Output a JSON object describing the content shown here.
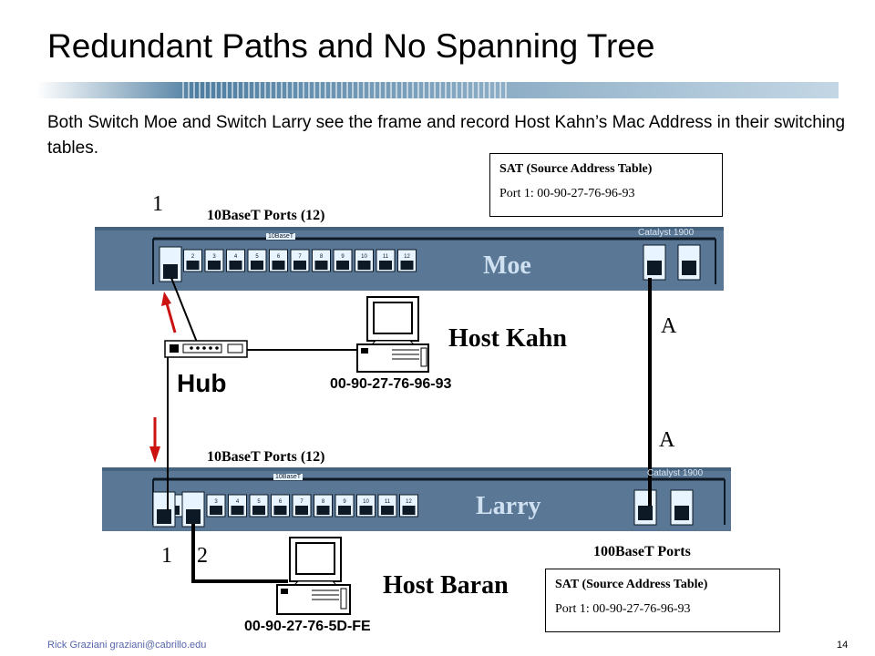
{
  "slide": {
    "title": "Redundant Paths and No Spanning Tree",
    "subtitle": "Both Switch Moe and Switch Larry see the frame and record Host Kahn’s Mac Address in their switching tables.",
    "footer_author": "Rick Graziani  graziani@cabrillo.edu",
    "page_number": "14"
  },
  "sat_top": {
    "heading": "SAT (Source Address Table)",
    "entry": "Port 1:  00-90-27-76-96-93"
  },
  "sat_bottom": {
    "heading": "SAT (Source Address Table)",
    "entry": "Port 1:  00-90-27-76-96-93"
  },
  "moe": {
    "name": "Moe",
    "model": "Catalyst 1900",
    "port_group": "10BaseT",
    "ports_label": "10BaseT Ports  (12)",
    "port_number": "1"
  },
  "larry": {
    "name": "Larry",
    "model": "Catalyst 1900",
    "port_group": "10BaseT",
    "ports_label": "10BaseT Ports  (12)",
    "port_number_1": "1",
    "port_number_2": "2",
    "uplink_label": "100BaseT Ports"
  },
  "port_labels": [
    "1",
    "2",
    "3",
    "4",
    "5",
    "6",
    "7",
    "8",
    "9",
    "10",
    "11",
    "12"
  ],
  "link_a_top": "A",
  "link_a_bottom": "A",
  "hub": {
    "label": "Hub"
  },
  "host_kahn": {
    "label": "Host Kahn",
    "mac": "00-90-27-76-96-93"
  },
  "host_baran": {
    "label": "Host Baran",
    "mac": "00-90-27-76-5D-FE"
  },
  "colors": {
    "switch_body": "#5a7895",
    "arrow": "#cc1111",
    "accent_bar": "#3a6f96"
  }
}
